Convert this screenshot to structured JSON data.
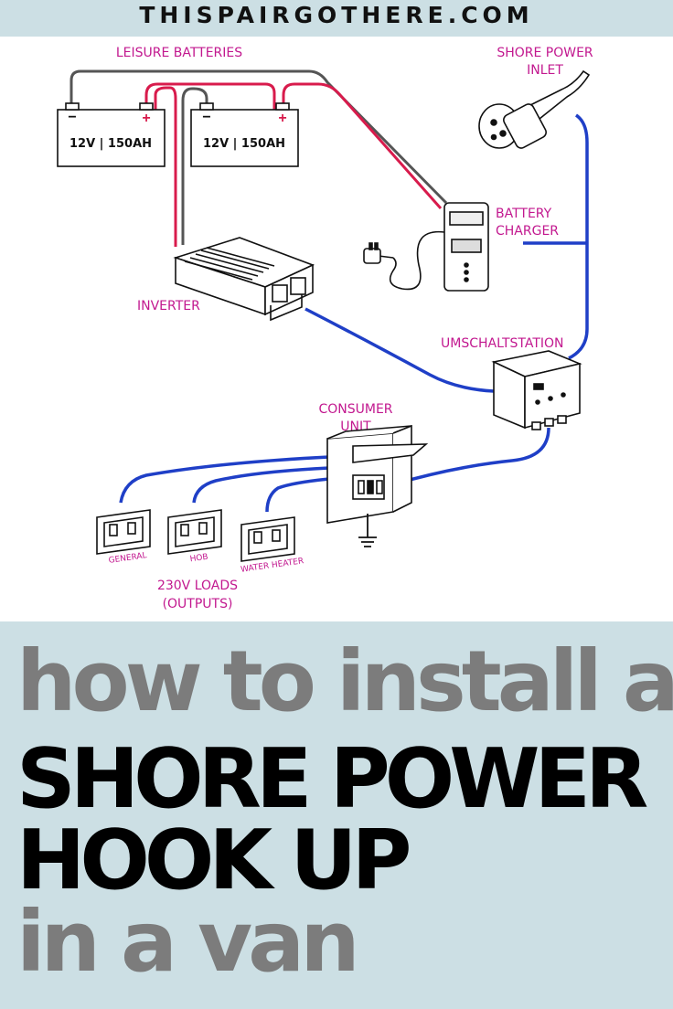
{
  "site": {
    "url": "THISPAIRGOTHERE.COM"
  },
  "diagram": {
    "labels": {
      "leisure_batteries": "LEISURE BATTERIES",
      "shore_power_line1": "SHORE POWER",
      "shore_power_line2": "INLET",
      "battery_charger_line1": "BATTERY",
      "battery_charger_line2": "CHARGER",
      "inverter": "INVERTER",
      "umschaltstation": "UMSCHALTSTATION",
      "consumer_unit_line1": "CONSUMER",
      "consumer_unit_line2": "UNIT",
      "loads_line1": "230V LOADS",
      "loads_line2": "(OUTPUTS)"
    },
    "batteries": [
      {
        "spec": "12V | 150AH"
      },
      {
        "spec": "12V | 150AH"
      }
    ],
    "sockets": [
      {
        "label": "GENERAL"
      },
      {
        "label": "HOB"
      },
      {
        "label": "WATER HEATER"
      }
    ],
    "colors": {
      "ac_wire": "#1f3fc7",
      "positive_wire": "#d81b4c",
      "negative_wire": "#555555",
      "label": "#c2188f"
    }
  },
  "headline": {
    "line1": "how to install a",
    "line2": "SHORE POWER",
    "line3": "HOOK UP",
    "line4": "in a van"
  }
}
